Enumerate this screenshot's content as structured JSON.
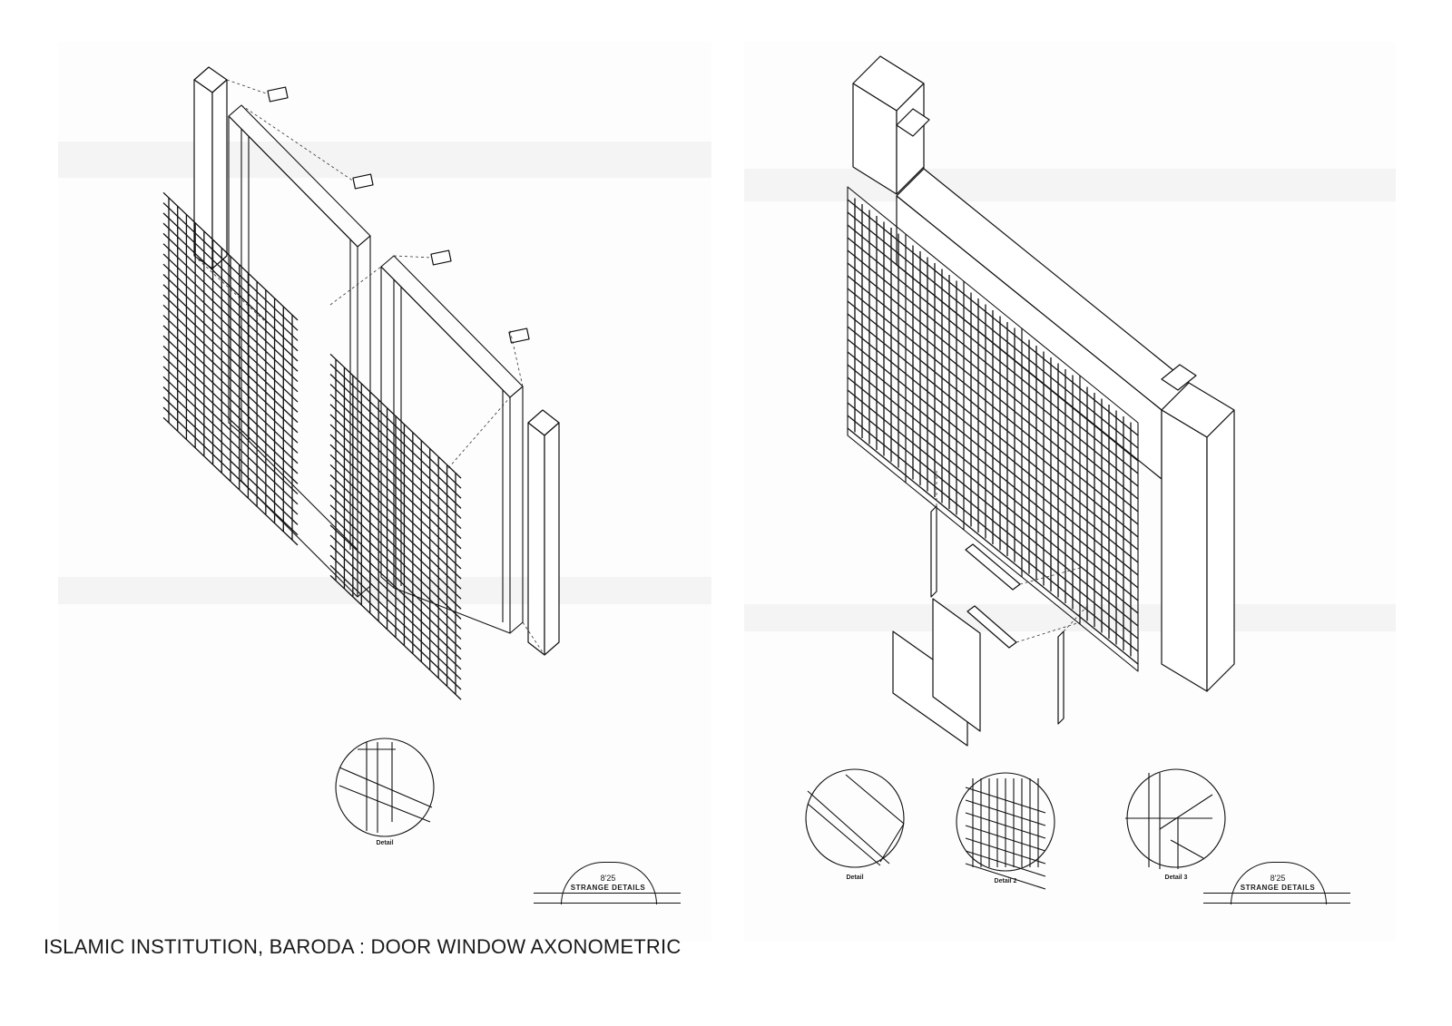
{
  "caption": "ISLAMIC INSTITUTION, BARODA : DOOR WINDOW AXONOMETRIC",
  "left_sheet": {
    "detail_label": "Detail",
    "stamp": {
      "number": "8'25",
      "name": "STRANGE DETAILS"
    }
  },
  "right_sheet": {
    "detail_labels": [
      "Detail",
      "Detail 2",
      "Detail 3"
    ],
    "stamp": {
      "number": "8'25",
      "name": "STRANGE DETAILS"
    }
  },
  "colors": {
    "ink": "#111111",
    "paper": "#fdfdfd"
  }
}
